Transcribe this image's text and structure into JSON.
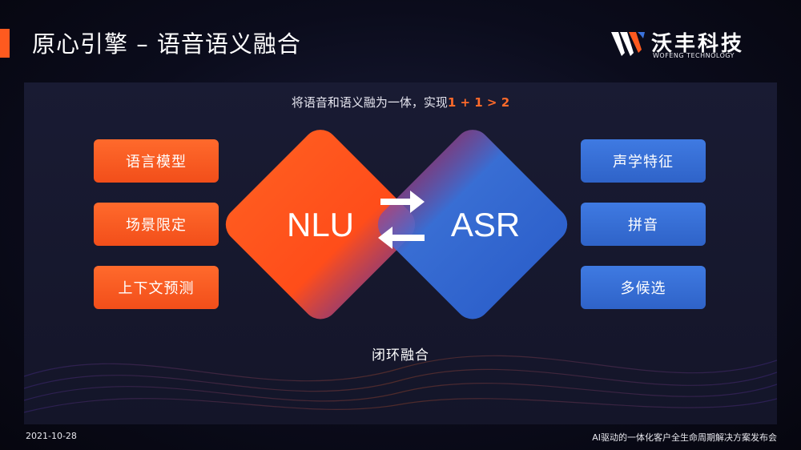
{
  "header": {
    "title": "原心引擎 – 语音语义融合",
    "accent_color": "#ff5a1f"
  },
  "logo": {
    "name": "沃丰科技",
    "tagline": "WOFENG TECHNOLOGY",
    "mark_icon": "wofeng-w-logo"
  },
  "main": {
    "subtitle_prefix": "将语音和语义融为一体，实现",
    "subtitle_highlight": "1 + 1 > 2",
    "left_items": [
      {
        "label": "语言模型"
      },
      {
        "label": "场景限定"
      },
      {
        "label": "上下文预测"
      }
    ],
    "right_items": [
      {
        "label": "声学特征"
      },
      {
        "label": "拼音"
      },
      {
        "label": "多候选"
      }
    ],
    "nlu_label": "NLU",
    "asr_label": "ASR",
    "loop_label": "闭环融合",
    "colors": {
      "orange": "#ff5a1f",
      "blue": "#3a72dc"
    }
  },
  "footer": {
    "date": "2021-10-28",
    "event": "AI驱动的一体化客户全生命周期解决方案发布会"
  }
}
